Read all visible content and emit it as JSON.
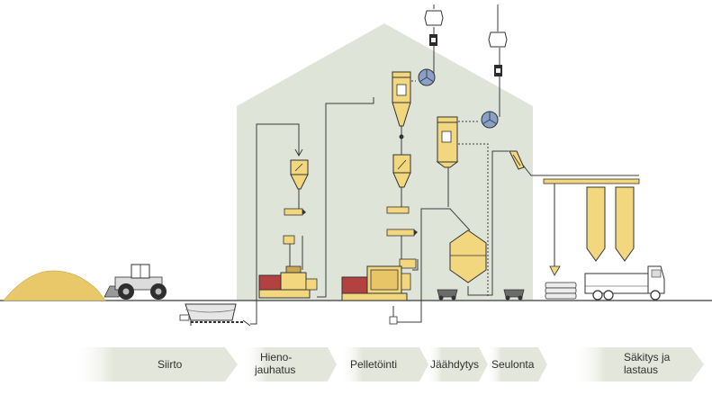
{
  "stages": [
    {
      "id": "siirto",
      "lines": [
        "Siirto"
      ]
    },
    {
      "id": "hienojauhatus",
      "lines": [
        "Hieno-",
        "jauhatus"
      ]
    },
    {
      "id": "pelletointi",
      "lines": [
        "Pelletöinti"
      ]
    },
    {
      "id": "jaahdytys",
      "lines": [
        "Jäähdytys"
      ]
    },
    {
      "id": "seulonta",
      "lines": [
        "Seulonta"
      ]
    },
    {
      "id": "sakitys",
      "lines": [
        "Säkitys ja",
        "lastaus"
      ]
    }
  ],
  "colors": {
    "building": "#dfe4d9",
    "equipment_yellow": "#f2d77e",
    "equipment_dark_yellow": "#c9a84f",
    "sawdust_pile": "#e9c86a",
    "motor_red": "#b3413f",
    "fan_blue": "#8aa1c5",
    "line": "#3b3b3b",
    "banner": "#e5e7dc"
  }
}
